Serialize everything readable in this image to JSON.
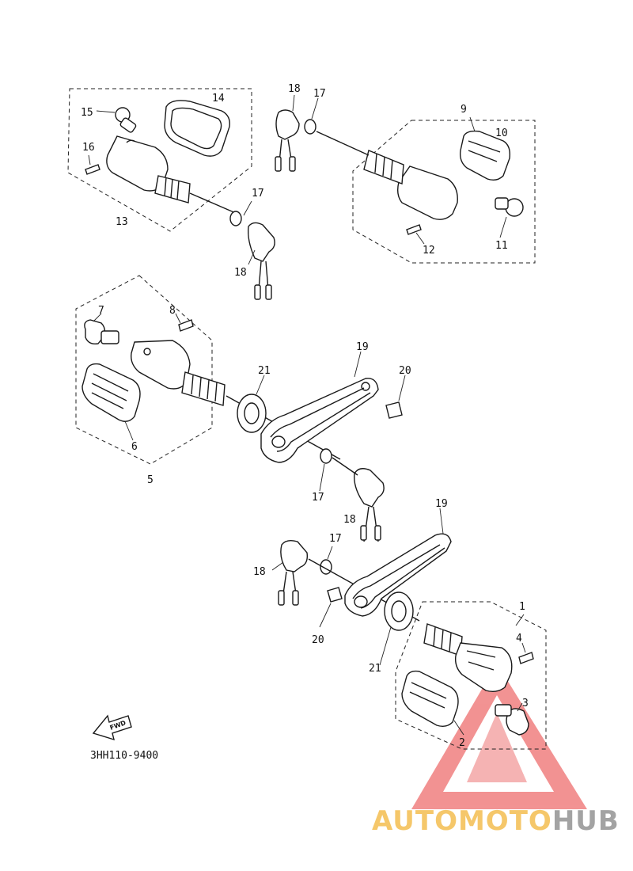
{
  "diagram": {
    "part_code": "3HH110-9400",
    "fwd_label": "FWD",
    "callouts": [
      {
        "id": "c1",
        "text": "1"
      },
      {
        "id": "c2",
        "text": "2"
      },
      {
        "id": "c3",
        "text": "3"
      },
      {
        "id": "c4",
        "text": "4"
      },
      {
        "id": "c5",
        "text": "5"
      },
      {
        "id": "c6",
        "text": "6"
      },
      {
        "id": "c7",
        "text": "7"
      },
      {
        "id": "c8",
        "text": "8"
      },
      {
        "id": "c9",
        "text": "9"
      },
      {
        "id": "c10",
        "text": "10"
      },
      {
        "id": "c11",
        "text": "11"
      },
      {
        "id": "c12",
        "text": "12"
      },
      {
        "id": "c13",
        "text": "13"
      },
      {
        "id": "c14",
        "text": "14"
      },
      {
        "id": "c15",
        "text": "15"
      },
      {
        "id": "c16",
        "text": "16"
      },
      {
        "id": "c17a",
        "text": "17"
      },
      {
        "id": "c17b",
        "text": "17"
      },
      {
        "id": "c17c",
        "text": "17"
      },
      {
        "id": "c17d",
        "text": "17"
      },
      {
        "id": "c18a",
        "text": "18"
      },
      {
        "id": "c18b",
        "text": "18"
      },
      {
        "id": "c18c",
        "text": "18"
      },
      {
        "id": "c18d",
        "text": "18"
      },
      {
        "id": "c19a",
        "text": "19"
      },
      {
        "id": "c19b",
        "text": "19"
      },
      {
        "id": "c20a",
        "text": "20"
      },
      {
        "id": "c20b",
        "text": "20"
      },
      {
        "id": "c21a",
        "text": "21"
      },
      {
        "id": "c21b",
        "text": "21"
      }
    ]
  },
  "watermark": {
    "brand_part1": "AUTOMOTO",
    "brand_part2": "HUB",
    "color_part1": "#f5c25a",
    "color_part2": "#9a9a9a",
    "triangle_color": "#f08080"
  }
}
